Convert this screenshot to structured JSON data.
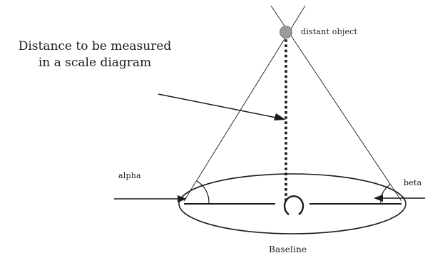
{
  "labels": {
    "distance_line1": "Distance to be measured",
    "distance_line2": "in a scale diagram",
    "distant_object": "distant object",
    "alpha": "alpha",
    "beta": "beta",
    "baseline": "Baseline"
  },
  "colors": {
    "ink": "#1a1a1a",
    "object_fill": "#9a9a9a",
    "background": "#ffffff"
  }
}
